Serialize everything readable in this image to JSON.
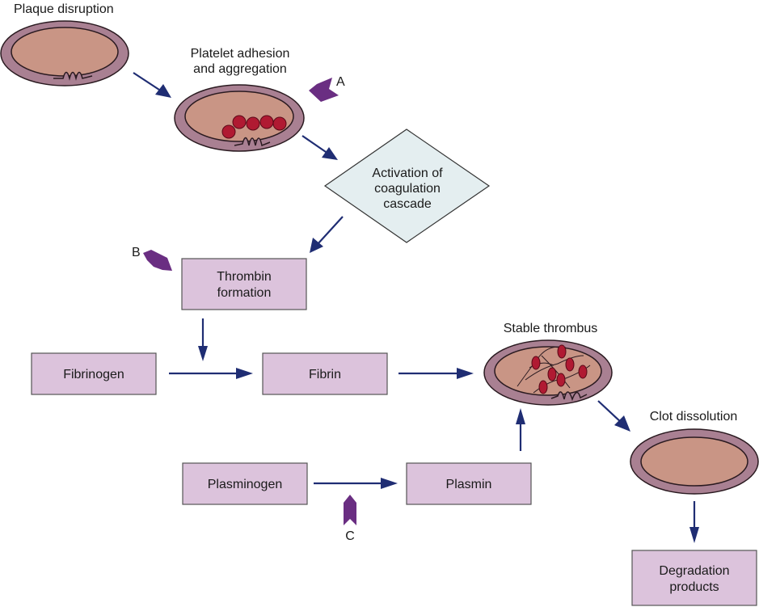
{
  "diagram": {
    "title_labels": {
      "plaque_disruption": "Plaque disruption",
      "platelet_line1": "Platelet adhesion",
      "platelet_line2": "and aggregation",
      "stable_thrombus": "Stable thrombus",
      "clot_dissolution": "Clot dissolution"
    },
    "diamond": {
      "line1": "Activation of",
      "line2": "coagulation",
      "line3": "cascade"
    },
    "boxes": {
      "thrombin_line1": "Thrombin",
      "thrombin_line2": "formation",
      "fibrinogen": "Fibrinogen",
      "fibrin": "Fibrin",
      "plasminogen": "Plasminogen",
      "plasmin": "Plasmin",
      "degradation_line1": "Degradation",
      "degradation_line2": "products"
    },
    "markers": {
      "a": "A",
      "b": "B",
      "c": "C"
    },
    "colors": {
      "arrow": "#1f2d73",
      "box_fill": "#dcc3dc",
      "diamond_fill": "#e4eef0",
      "vessel_wall": "#a98092",
      "vessel_lumen": "#c99585",
      "platelet": "#b01a32",
      "marker": "#6a2e82"
    }
  }
}
